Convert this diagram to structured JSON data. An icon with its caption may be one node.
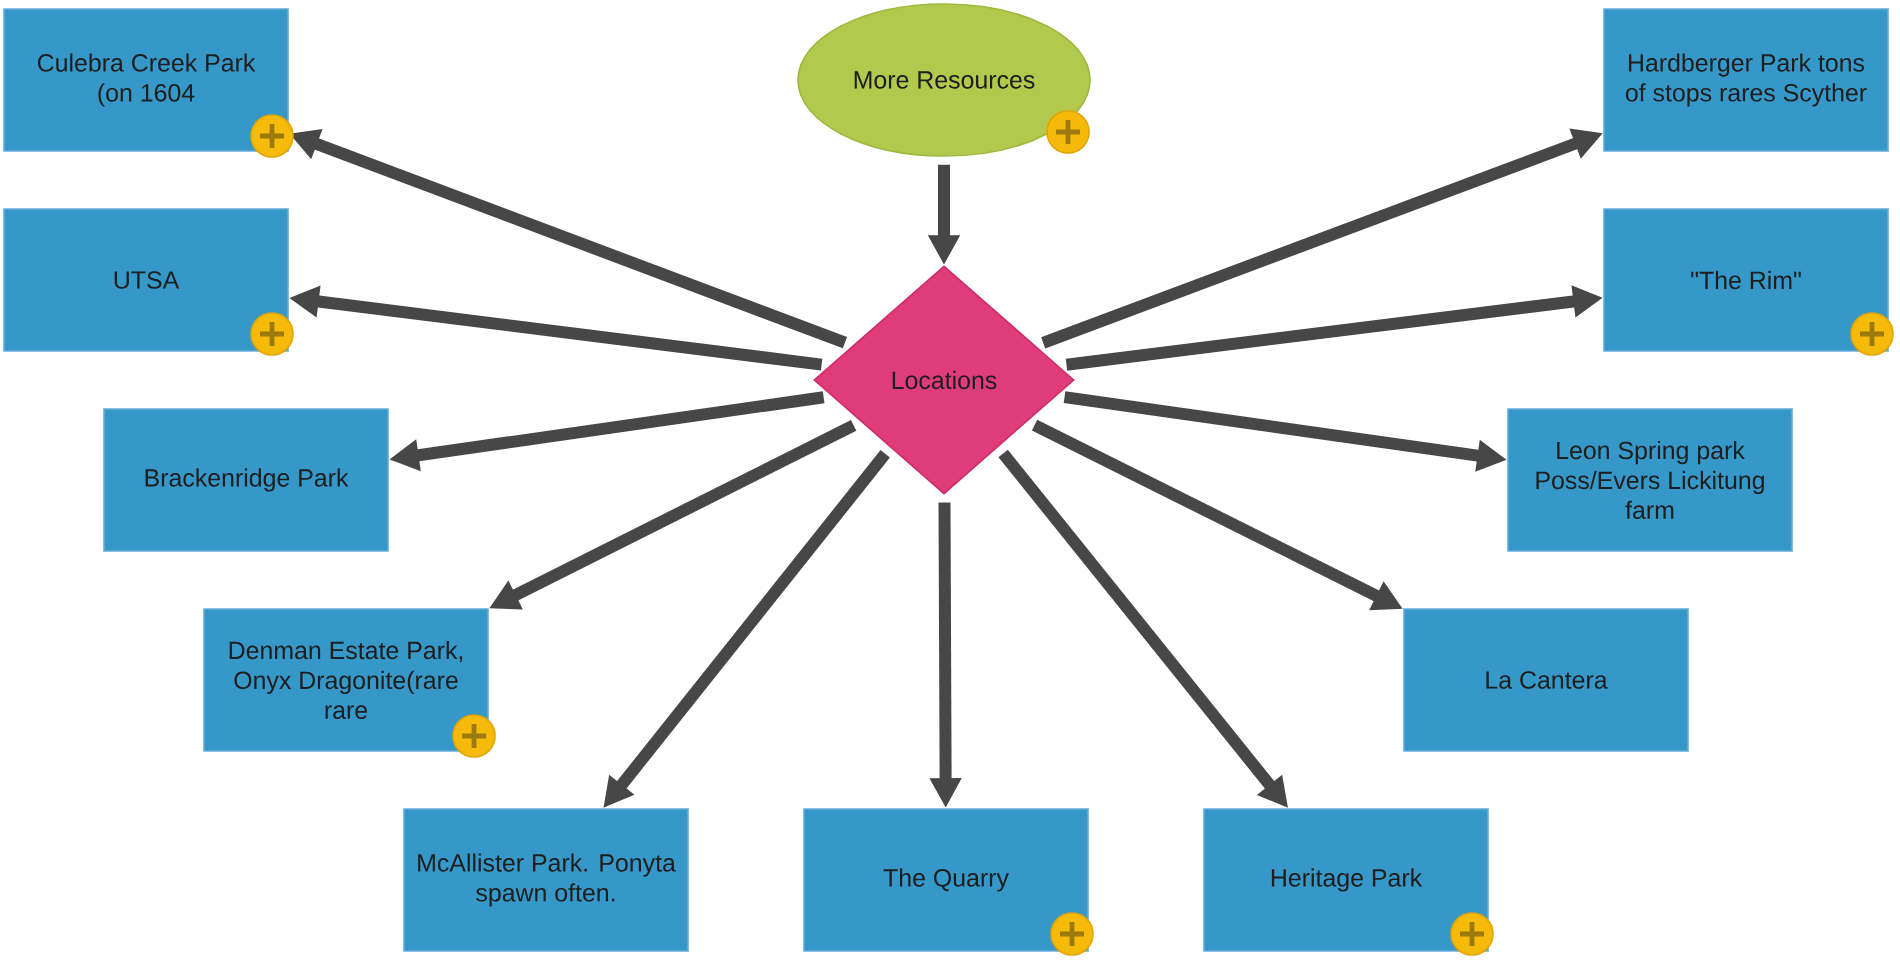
{
  "diagram": {
    "nodes": [
      {
        "text": [
          "Culebra Creek Park (on 1604"
        ]
      },
      {
        "text": [
          "More Resources"
        ]
      },
      {
        "text": [
          "Hardberger Park tons of stops rares Scyther"
        ]
      },
      {
        "text": [
          "UTSA"
        ]
      },
      {
        "text": [
          "Locations"
        ]
      },
      {
        "text": [
          "\"The Rim\""
        ]
      },
      {
        "text": [
          "Brackenridge Park"
        ]
      },
      {
        "text": [
          "Leon Spring park Poss/Evers Lickitung farm"
        ]
      },
      {
        "text": [
          "Denman Estate Park, Onyx Dragonite(rare rare"
        ]
      },
      {
        "text": [
          "La Cantera"
        ]
      },
      {
        "text": [
          "McAllister Park. Ponyta spawn often."
        ]
      },
      {
        "text": [
          "The Quarry"
        ]
      },
      {
        "text": [
          "Heritage Park"
        ]
      }
    ],
    "edges": [
      {
        "from": 1,
        "to": 4,
        "arrow": "to"
      },
      {
        "from": 4,
        "to": 0,
        "arrow": "to"
      },
      {
        "from": 4,
        "to": 3,
        "arrow": "to"
      },
      {
        "from": 4,
        "to": 6,
        "arrow": "to"
      },
      {
        "from": 4,
        "to": 8,
        "arrow": "to"
      },
      {
        "from": 4,
        "to": 10,
        "arrow": "to"
      },
      {
        "from": 4,
        "to": 11,
        "arrow": "to"
      },
      {
        "from": 4,
        "to": 12,
        "arrow": "to"
      },
      {
        "from": 4,
        "to": 9,
        "arrow": "to"
      },
      {
        "from": 4,
        "to": 7,
        "arrow": "to"
      },
      {
        "from": 4,
        "to": 5,
        "arrow": "to"
      },
      {
        "from": 4,
        "to": 2,
        "arrow": "to"
      }
    ]
  }
}
